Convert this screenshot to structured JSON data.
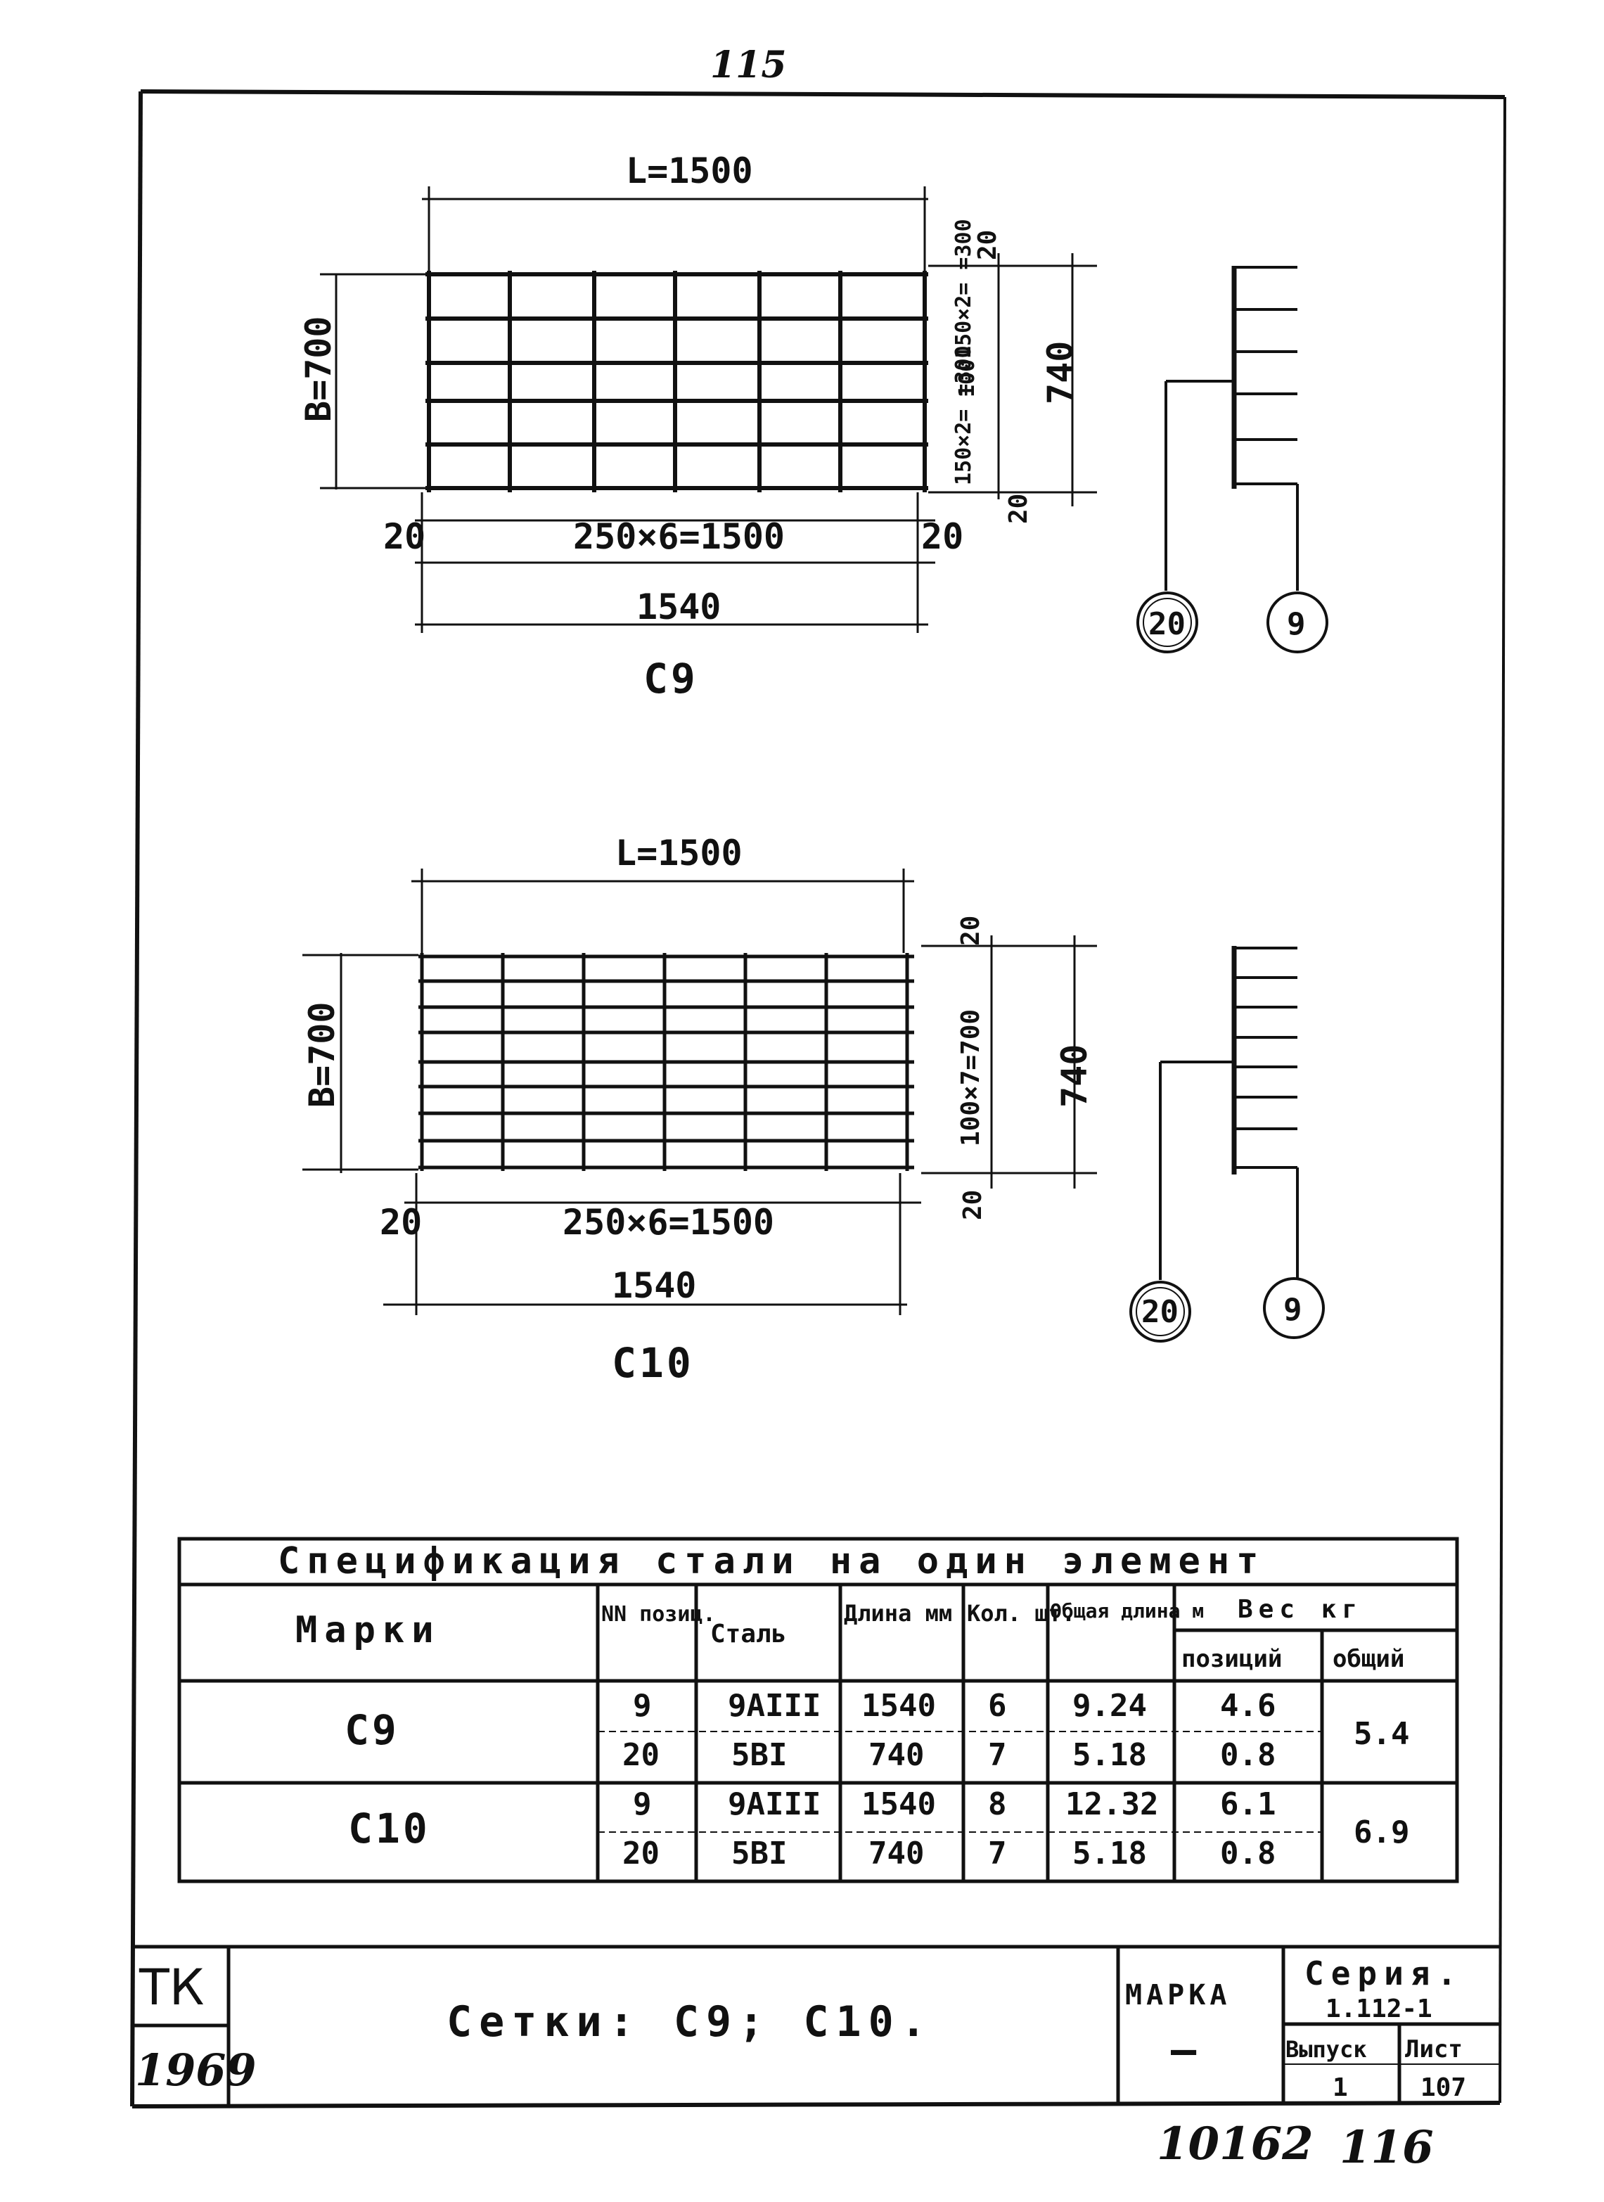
{
  "page_number_top": "115",
  "footer_numbers": {
    "left": "10162",
    "right": "116"
  },
  "mesh_c9": {
    "length_label": "L=1500",
    "width_label": "B=700",
    "right_dim_top": "20",
    "right_dim_upper": "150×2= =300",
    "right_dim_mid": "100",
    "right_dim_lower": "150×2= =300",
    "right_dim_bottom": "20",
    "overall_height": "740",
    "edge_left": "20",
    "edge_right": "20",
    "spacing_label": "250×6=1500",
    "overall_length": "1540",
    "mark_label": "С9",
    "callout_left": "20",
    "callout_right": "9"
  },
  "mesh_c10": {
    "length_label": "L=1500",
    "width_label": "B=700",
    "right_dim_top": "20",
    "right_dim_mid": "100×7=700",
    "right_dim_bottom": "20",
    "overall_height": "740",
    "edge_left": "20",
    "spacing_label": "250×6=1500",
    "overall_length": "1540",
    "mark_label": "С10",
    "callout_left": "20",
    "callout_right": "9"
  },
  "spec_table": {
    "title": "Спецификация стали на один элемент",
    "headers": {
      "marks": "Марки",
      "pos": "NN позиц.",
      "steel": "Сталь",
      "length": "Длина мм",
      "qty": "Кол. шт.",
      "total_length": "Общая длина м",
      "weight": "Вес кг",
      "weight_pos": "позиций",
      "weight_total": "общий"
    },
    "groups": [
      {
        "mark": "С9",
        "total": "5.4",
        "rows": [
          {
            "pos": "9",
            "steel": "9АIII",
            "length": "1540",
            "qty": "6",
            "total_length": "9.24",
            "weight": "4.6"
          },
          {
            "pos": "20",
            "steel": "5ВI",
            "length": "740",
            "qty": "7",
            "total_length": "5.18",
            "weight": "0.8"
          }
        ]
      },
      {
        "mark": "С10",
        "total": "6.9",
        "rows": [
          {
            "pos": "9",
            "steel": "9АIII",
            "length": "1540",
            "qty": "8",
            "total_length": "12.32",
            "weight": "6.1"
          },
          {
            "pos": "20",
            "steel": "5ВI",
            "length": "740",
            "qty": "7",
            "total_length": "5.18",
            "weight": "0.8"
          }
        ]
      }
    ]
  },
  "title_block": {
    "org": "ТК",
    "year": "1969",
    "title": "Сетки: С9; С10.",
    "marka_label": "МАРКА",
    "marka_value": "—",
    "series_label": "Серия.",
    "series_value": "1.112-1",
    "issue_label": "Выпуск",
    "issue_value": "1",
    "sheet_label": "Лист",
    "sheet_value": "107"
  },
  "colors": {
    "ink": "#111111",
    "paper": "#ffffff"
  }
}
